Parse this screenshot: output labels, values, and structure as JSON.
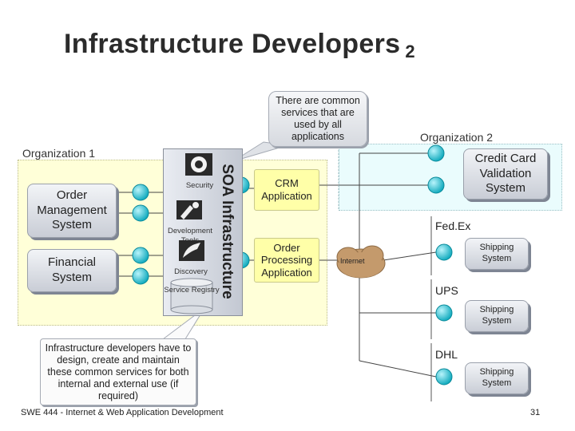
{
  "slide": {
    "title": "Infrastructure Developers",
    "title_number": "2",
    "footer": "SWE 444 - Internet & Web Application Development",
    "page_number": "31"
  },
  "organization1": {
    "label": "Organization 1",
    "systems": [
      "Order Management System",
      "Financial System"
    ]
  },
  "soa": {
    "label": "SOA Infrastructure",
    "services": [
      {
        "label": "Security",
        "icon": "security-icon"
      },
      {
        "label": "Development Tools",
        "icon": "development-tools-icon"
      },
      {
        "label": "Discovery",
        "icon": "discovery-icon"
      },
      {
        "label": "Service Registry",
        "icon": "database-icon"
      }
    ]
  },
  "applications": [
    "CRM Application",
    "Order Processing Application"
  ],
  "internet": {
    "label": "Internet"
  },
  "callout_top": "There are common services that are used by all applications",
  "callout_bottom": "Infrastructure developers have to design, create and maintain these common services for both internal and external use (if required)",
  "organization2": {
    "label": "Organization 2",
    "system": "Credit Card Validation System"
  },
  "carriers": [
    {
      "label": "Fed.Ex",
      "system": "Shipping System"
    },
    {
      "label": "UPS",
      "system": "Shipping System"
    },
    {
      "label": "DHL",
      "system": "Shipping System"
    }
  ],
  "colors": {
    "org1_fill": "#ffffd8",
    "org2_fill": "#eafcfd",
    "connector_fill": "#19c2d6",
    "app_box_fill": "#ffffa8"
  }
}
